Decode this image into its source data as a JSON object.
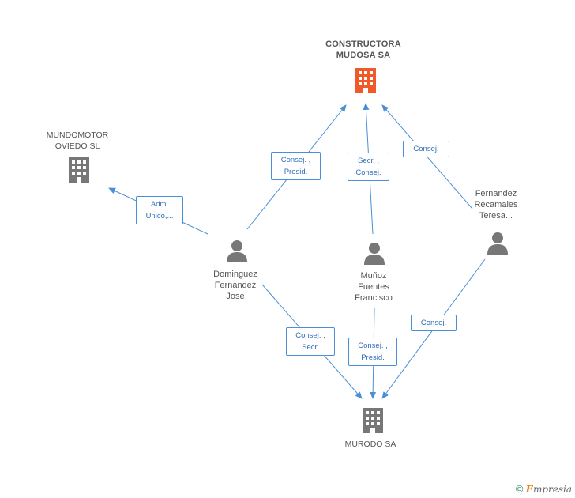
{
  "colors": {
    "edge": "#4a8fd6",
    "company_main": "#f05a28",
    "company": "#777777",
    "person": "#777777"
  },
  "nodes": {
    "constructora": {
      "lines": [
        "CONSTRUCTORA",
        "MUDOSA SA"
      ]
    },
    "mundomotor": {
      "lines": [
        "MUNDOMOTOR",
        "OVIEDO SL"
      ]
    },
    "murodo": {
      "lines": [
        "MURODO SA"
      ]
    },
    "dominguez": {
      "lines": [
        "Dominguez",
        "Fernandez",
        "Jose"
      ]
    },
    "munoz": {
      "lines": [
        "Muñoz",
        "Fuentes",
        "Francisco"
      ]
    },
    "fernandez": {
      "lines": [
        "Fernandez",
        "Recamales",
        "Teresa..."
      ]
    }
  },
  "edges": {
    "dom_mundo": [
      "Adm.",
      "Unico,..."
    ],
    "dom_constr": [
      "Consej. ,",
      "Presid."
    ],
    "munoz_constr": [
      "Secr. ,",
      "Consej."
    ],
    "fern_constr": [
      "Consej."
    ],
    "dom_murodo": [
      "Consej. ,",
      "Secr."
    ],
    "munoz_murodo": [
      "Consej. ,",
      "Presid."
    ],
    "fern_murodo": [
      "Consej."
    ]
  },
  "footer": {
    "copyright": "©",
    "brand_e": "E",
    "brand_rest": "mpresia"
  }
}
